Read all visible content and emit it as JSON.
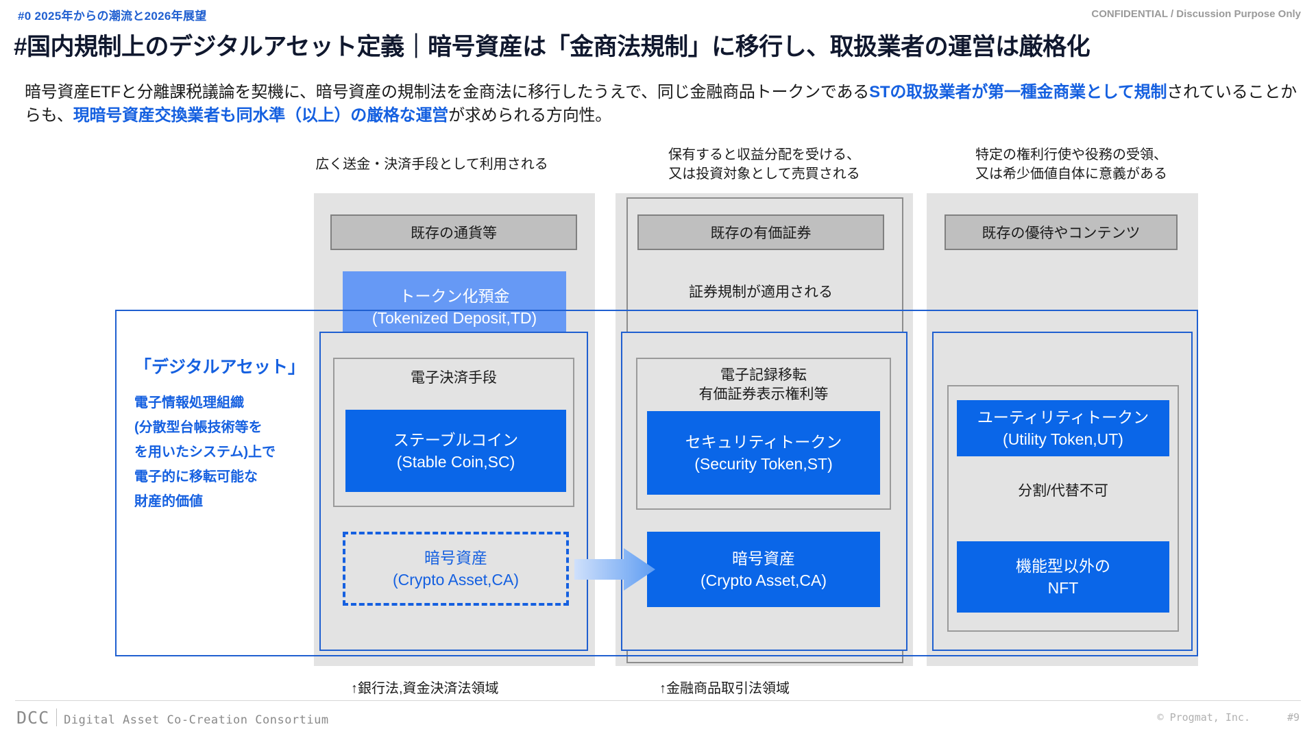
{
  "header": {
    "eyebrow": "#0  2025年からの潮流と2026年展望",
    "confidential": "CONFIDENTIAL / Discussion Purpose Only",
    "title": "#国内規制上のデジタルアセット定義｜暗号資産は「金商法規制」に移行し、取扱業者の運営は厳格化"
  },
  "lead": {
    "part1": "暗号資産ETFと分離課税議論を契機に、暗号資産の規制法を金商法に移行したうえで、同じ金融商品トークンである",
    "bold1": "STの取扱業者が第一種金商業として規制",
    "part2": "されていることからも、",
    "bold2": "現暗号資産交換業者も同水準（以上）の厳格な運営",
    "part3": "が求められる方向性。"
  },
  "columns": [
    {
      "caption": "広く送金・決済手段として利用される",
      "existing_label": "既存の通貨等",
      "bottom_label": "↑銀行法,資金決済法領域"
    },
    {
      "caption": "保有すると収益分配を受ける、\n又は投資対象として売買される",
      "existing_label": "既存の有価証券",
      "note": "証券規制が適用される",
      "bottom_label": "↑金融商品取引法領域"
    },
    {
      "caption": "特定の権利行使や役務の受領、\n又は希少価値自体に意義がある",
      "existing_label": "既存の優待やコンテンツ"
    }
  ],
  "digital_asset": {
    "title": "「デジタルアセット」",
    "definition": "電子情報処理組織\n(分散型台帳技術等を\nを用いたシステム)上で\n電子的に移転可能な\n財産的価値"
  },
  "groups": {
    "epm_label": "電子決済手段",
    "ertr_label": "電子記録移転\n有価証券表示権利等",
    "nft_label": "分割/代替不可"
  },
  "tokens": {
    "td": {
      "jp": "トークン化預金",
      "en": "(Tokenized Deposit,TD)"
    },
    "sc": {
      "jp": "ステーブルコイン",
      "en": "(Stable Coin,SC)"
    },
    "ca1": {
      "jp": "暗号資産",
      "en": "(Crypto Asset,CA)"
    },
    "st": {
      "jp": "セキュリティトークン",
      "en": "(Security Token,ST)"
    },
    "ca2": {
      "jp": "暗号資産",
      "en": "(Crypto Asset,CA)"
    },
    "ut": {
      "jp": "ユーティリティトークン",
      "en": "(Utility Token,UT)"
    },
    "nft": {
      "jp": "機能型以外の",
      "en": "NFT"
    }
  },
  "footer": {
    "logo_mark": "DCC",
    "logo_full": "Digital Asset Co-Creation Consortium",
    "copyright": "© Progmat, Inc.",
    "page": "#9"
  },
  "colors": {
    "accent_blue": "#1560e0",
    "token_blue": "#0a66e8",
    "light_blue": "#6699f5",
    "panel_grey": "#e3e3e3",
    "existing_grey": "#bfbfbf",
    "title_navy": "#10182e"
  }
}
